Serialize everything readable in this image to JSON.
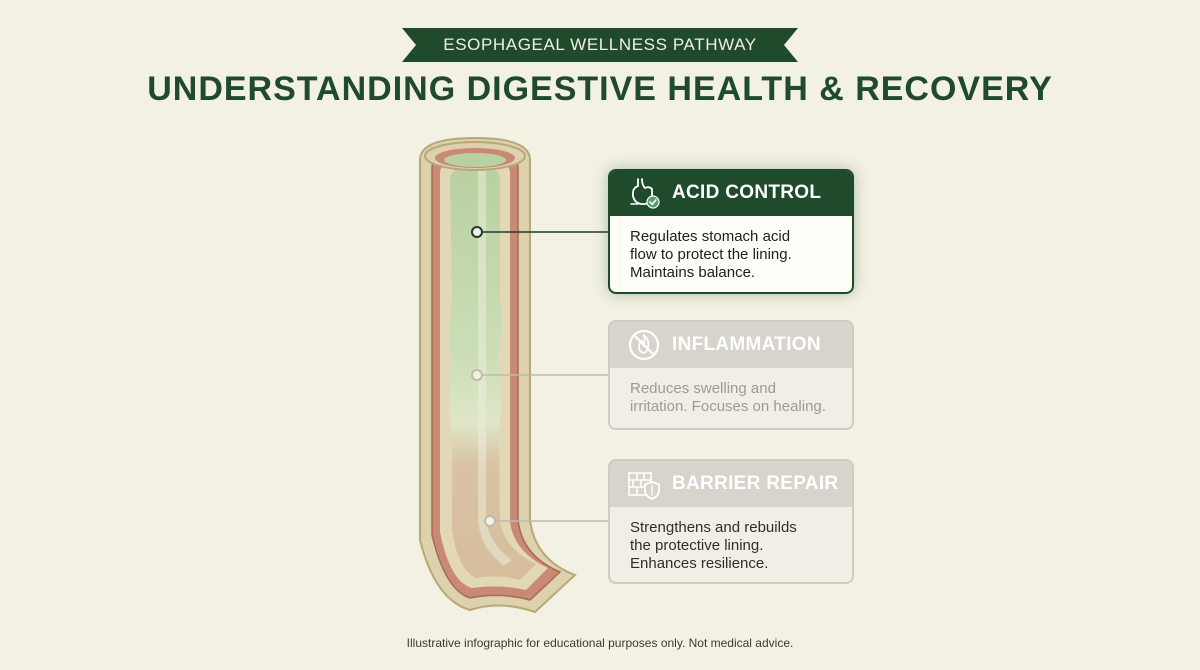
{
  "header": {
    "banner": "ESOPHAGEAL WELLNESS PATHWAY",
    "title": "UNDERSTANDING DIGESTIVE HEALTH & RECOVERY"
  },
  "cards": [
    {
      "title": "ACID CONTROL",
      "icon": "stomach-check-icon",
      "lines": [
        "Regulates stomach acid",
        "flow to protect the lining.",
        "Maintains balance."
      ],
      "state": "active"
    },
    {
      "title": "INFLAMMATION",
      "icon": "no-fire-icon",
      "lines": [
        "Reduces swelling and",
        "irritation. Focuses on healing."
      ],
      "state": "faded"
    },
    {
      "title": "BARRIER REPAIR",
      "icon": "brick-shield-icon",
      "lines": [
        "Strengthens and rebuilds",
        "the protective lining.",
        "Enhances resilience."
      ],
      "state": "faded"
    }
  ],
  "footer": {
    "note": "Illustrative infographic for educational purposes only. Not medical advice."
  },
  "colors": {
    "background": "#f3f0e4",
    "accent": "#1f4a2c",
    "faded_header": "#d7d4cb",
    "tube_outer": "#d9cfa8",
    "tube_muscle": "#c9826f",
    "lumen_green": "#bfd4a8",
    "lumen_tan": "#d8c0a0"
  }
}
